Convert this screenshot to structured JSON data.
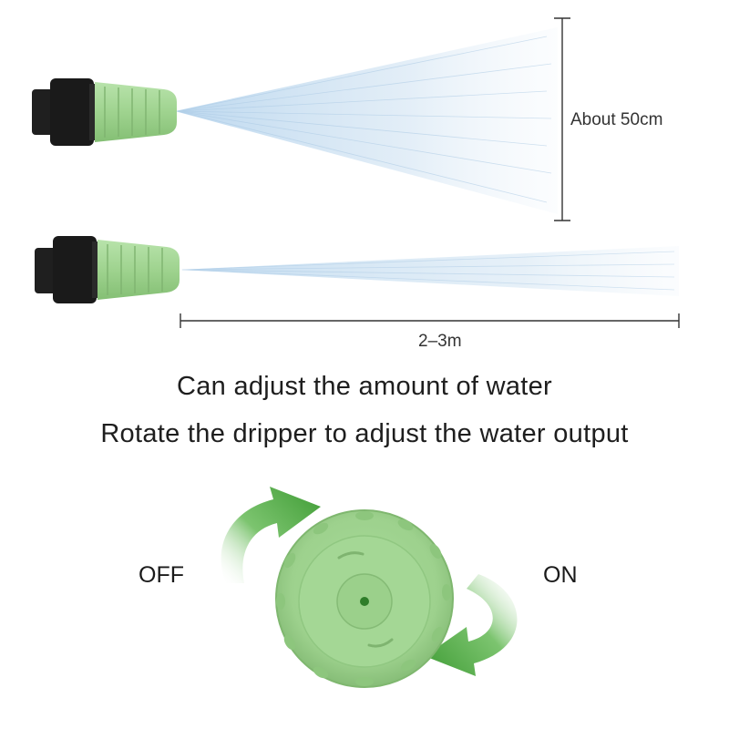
{
  "diagram": {
    "vertical_dimension_label": "About 50cm",
    "horizontal_dimension_label": "2–3m"
  },
  "captions": {
    "line1": "Can adjust the amount of water",
    "line2": "Rotate the dripper to adjust the water output"
  },
  "rotation": {
    "off_label": "OFF",
    "on_label": "ON"
  },
  "colors": {
    "nozzle_green": "#a6d99a",
    "arrow_green": "#4aa63f",
    "spray_blue": "#c9dff0",
    "connector_black": "#1a1a1a"
  }
}
